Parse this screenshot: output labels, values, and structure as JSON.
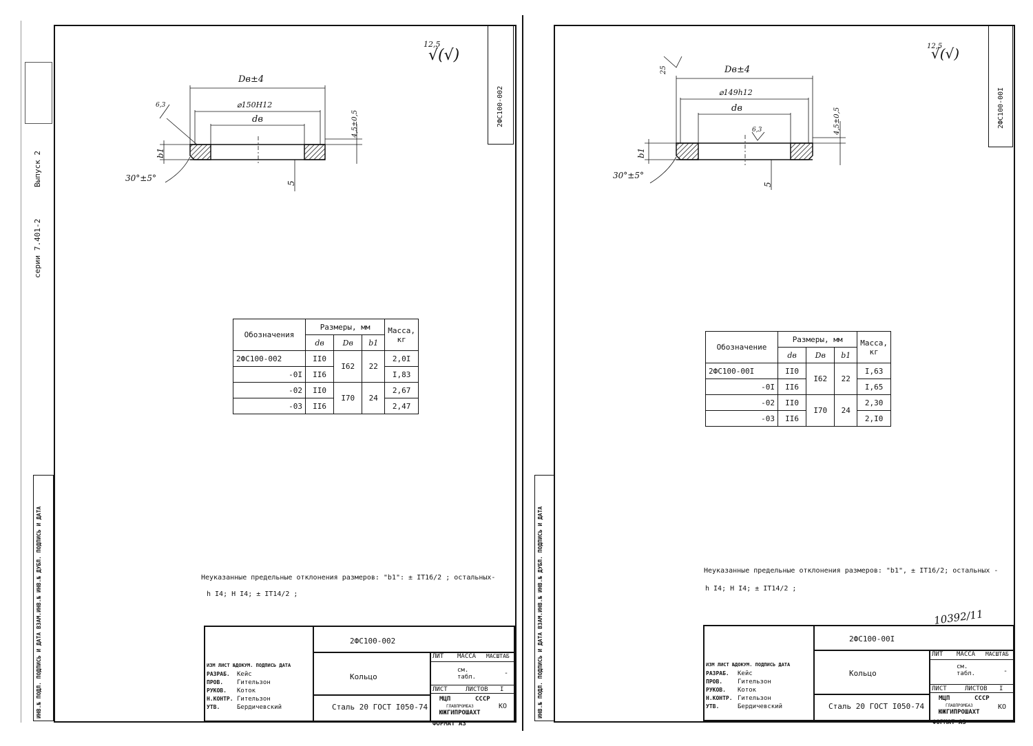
{
  "left_sheet": {
    "series_text": "серии 7.401-2",
    "issue_text": "Выпуск 2",
    "corner_code": "2ФС100-002",
    "roughness": "12,5",
    "roughness_symbol": "√(√)",
    "dims": {
      "outer": "Dв±4",
      "mid": "⌀150H12",
      "inner": "dв",
      "chamfer": "4,5±0,5",
      "bottom": "5",
      "angle": "30°±5°",
      "b1": "b1",
      "rough_left": "6,3"
    },
    "table": {
      "h_designation": "Обозначения",
      "h_sizes": "Размеры, мм",
      "h_mass": "Масса, кг",
      "h_d": "dв",
      "h_D": "Dв",
      "h_b": "b1",
      "rows": [
        {
          "name": "2ФС100-002",
          "d": "II0",
          "mass": "2,0I"
        },
        {
          "name": "-0I",
          "d": "II6",
          "mass": "I,83"
        },
        {
          "name": "-02",
          "d": "II0",
          "mass": "2,67"
        },
        {
          "name": "-03",
          "d": "II6",
          "mass": "2,47"
        }
      ],
      "group1": {
        "D": "I62",
        "b": "22"
      },
      "group2": {
        "D": "I70",
        "b": "24"
      }
    },
    "note_line1": "Неуказанные предельные отклонения размеров: \"b1\": ± IT16/2 ; остальных-",
    "note_line2": "h I4; H I4; ± IT14/2 ;",
    "title_block": {
      "code": "2ФС100-002",
      "name": "Кольцо",
      "material": "Сталь 20 ГОСТ I050-74",
      "lit": "ЛИТ",
      "mass": "МАССА",
      "scale": "МАСШТАБ",
      "mass_value": "см. табл.",
      "scale_value": "-",
      "sheet": "ЛИСТ",
      "sheets": "ЛИСТОВ",
      "sheets_value": "I",
      "org1": "МЦП",
      "org2": "СССР",
      "org3": "ГЛАВПРОМБАЗ",
      "org4": "ЮЖГИПРОШАХТ",
      "org_code": "КО",
      "format": "ФОРМАТ А3",
      "header": "ИЗМ ЛИСТ №ДОКУМ. ПОДПИСЬ ДАТА",
      "roles": [
        {
          "role": "РАЗРАБ.",
          "name": "Кейс"
        },
        {
          "role": "ПРОВ.",
          "name": "Гительзон"
        },
        {
          "role": "РУКОВ.",
          "name": "Коток"
        },
        {
          "role": "Н.КОНТР.",
          "name": "Гительзон"
        },
        {
          "role": "УТВ.",
          "name": "Бердичевский"
        }
      ]
    },
    "side_stamp": "ИНВ.№ ПОДЛ. ПОДПИСЬ И ДАТА ВЗАМ.ИНВ.№ ИНВ.№ ДУБЛ. ПОДПИСЬ И ДАТА"
  },
  "right_sheet": {
    "corner_code": "2ФС100-00I",
    "roughness": "12,5",
    "roughness_symbol": "√(√)",
    "dims": {
      "outer": "Dв±4",
      "mid": "⌀149h12",
      "inner": "dв",
      "chamfer": "4,5±0,5",
      "bottom": "5",
      "angle": "30°±5°",
      "b1": "b1",
      "rough_top": "25",
      "rough_mid": "6,3"
    },
    "table": {
      "h_designation": "Обозначение",
      "h_sizes": "Размеры, мм",
      "h_mass": "Масса, кг",
      "h_d": "dв",
      "h_D": "Dв",
      "h_b": "b1",
      "rows": [
        {
          "name": "2ФС100-00I",
          "d": "II0",
          "mass": "I,63"
        },
        {
          "name": "-0I",
          "d": "II6",
          "mass": "I,65"
        },
        {
          "name": "-02",
          "d": "II0",
          "mass": "2,30"
        },
        {
          "name": "-03",
          "d": "II6",
          "mass": "2,I0"
        }
      ],
      "group1": {
        "D": "I62",
        "b": "22"
      },
      "group2": {
        "D": "I70",
        "b": "24"
      }
    },
    "note_line1": "Неуказанные предельные отклонения размеров: \"b1\", ± IT16/2; остальных -",
    "note_line2": "h I4; H I4; ± IT14/2 ;",
    "handwritten_number": "10392/11",
    "title_block": {
      "code": "2ФС100-00I",
      "name": "Кольцо",
      "material": "Сталь 20 ГОСТ I050-74",
      "lit": "ЛИТ",
      "mass": "МАССА",
      "scale": "МАСШТАБ",
      "mass_value": "см. табл.",
      "scale_value": "-",
      "sheet": "ЛИСТ",
      "sheets": "ЛИСТОВ",
      "sheets_value": "I",
      "org1": "МЦП",
      "org2": "СССР",
      "org3": "ГЛАВПРОМБАЗ",
      "org4": "ЮЖГИПРОШАХТ",
      "org_code": "КО",
      "format": "ФОРМАТ А3",
      "header": "ИЗМ ЛИСТ №ДОКУМ. ПОДПИСЬ ДАТА",
      "roles": [
        {
          "role": "РАЗРАБ.",
          "name": "Кейс"
        },
        {
          "role": "ПРОВ.",
          "name": "Гительзон"
        },
        {
          "role": "РУКОВ.",
          "name": "Коток"
        },
        {
          "role": "Н.КОНТР.",
          "name": "Гительзон"
        },
        {
          "role": "УТВ.",
          "name": "Бердичевский"
        }
      ]
    },
    "side_stamp": "ИНВ.№ ПОДЛ. ПОДПИСЬ И ДАТА ВЗАМ.ИНВ.№ ИНВ.№ ДУБЛ. ПОДПИСЬ И ДАТА"
  }
}
